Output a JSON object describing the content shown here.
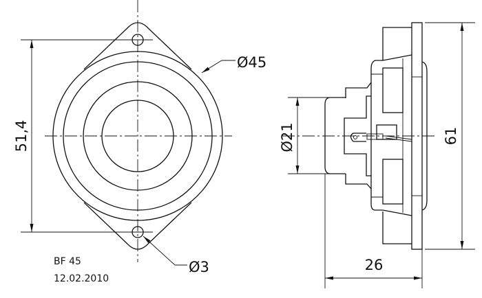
{
  "drawing": {
    "front_view": {
      "dim_height": "51,4",
      "dim_diameter": "Ø45",
      "dim_hole": "Ø3"
    },
    "side_view": {
      "dim_height": "61",
      "dim_magnet": "Ø21",
      "dim_depth": "26"
    },
    "title_block": {
      "model": "BF 45",
      "date": "12.02.2010"
    }
  }
}
